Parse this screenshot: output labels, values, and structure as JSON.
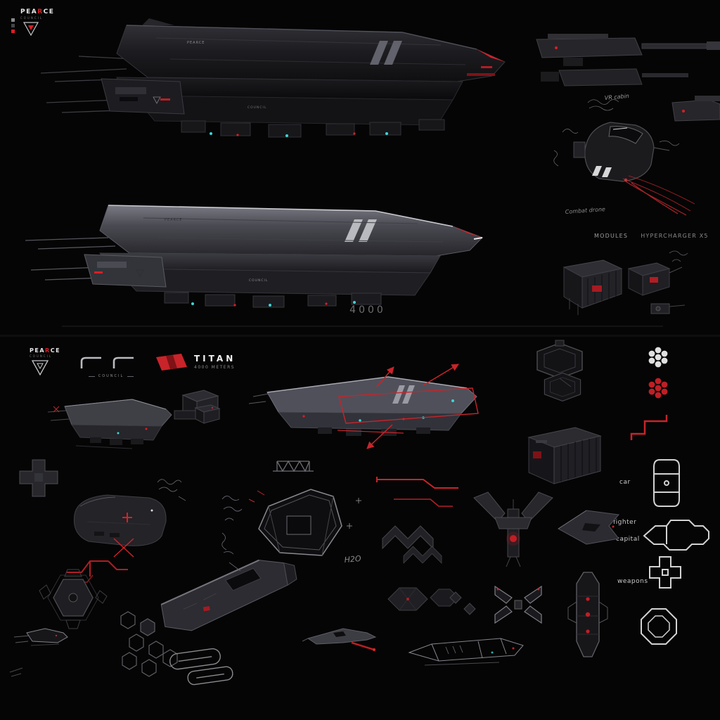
{
  "brand": {
    "prefix": "PEA",
    "accent_letter": "R",
    "suffix": "CE",
    "sub": "COUNCIL"
  },
  "ship_markings": {
    "hull_name": "PEARCE",
    "hull_council": "COUNCIL"
  },
  "notes": {
    "modules_label": "MODULES",
    "modules_value": "HYPERCHARGER X5",
    "scale": "4000",
    "vr_cabin": "VR cabin",
    "combat_drone": "Combat drone",
    "h2o": "H2O"
  },
  "bottom_header": {
    "council": "COUNCIL",
    "class_name": "TITAN",
    "class_size": "4000 METERS"
  },
  "side_labels": {
    "car": "car",
    "fighter": "fighter",
    "capital": "capital",
    "weapons": "weapons"
  },
  "colors": {
    "background": "#050505",
    "accent_red": "#d81f26",
    "accent_cyan": "#3cd6d6",
    "outline_white": "#d2d2d2"
  }
}
